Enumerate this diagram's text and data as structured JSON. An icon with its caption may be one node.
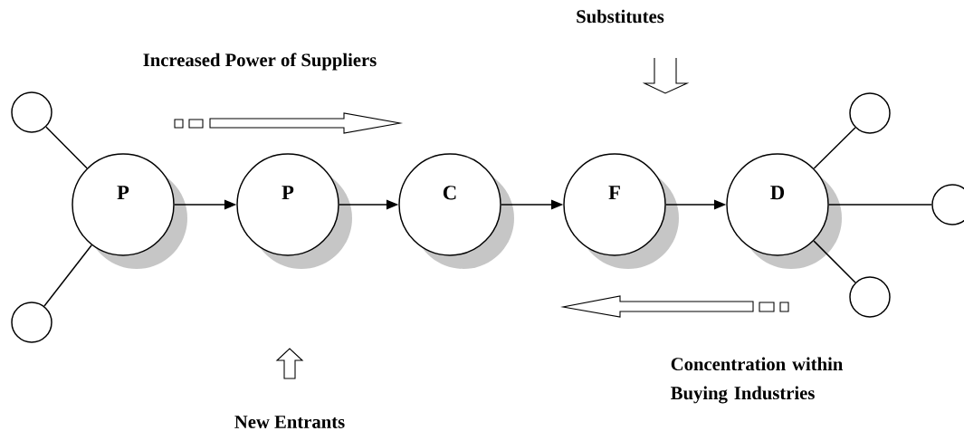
{
  "diagram": {
    "nodes": [
      {
        "text": [],
        "shape": "circle"
      },
      {
        "text": [],
        "shape": "circle"
      },
      {
        "text": [
          "P"
        ]
      },
      {
        "text": [
          "P"
        ]
      },
      {
        "text": [
          "C"
        ]
      },
      {
        "text": [
          "F"
        ]
      },
      {
        "text": [
          "D"
        ]
      },
      {
        "text": [],
        "shape": "circle"
      },
      {
        "text": [],
        "shape": "circle"
      },
      {
        "text": [],
        "shape": "circle"
      }
    ],
    "edges": [
      {
        "from": 0,
        "to": 2,
        "arrow": "none"
      },
      {
        "from": 1,
        "to": 2,
        "arrow": "none"
      },
      {
        "from": 2,
        "to": 3,
        "arrow": "to"
      },
      {
        "from": 3,
        "to": 4,
        "arrow": "to"
      },
      {
        "from": 4,
        "to": 5,
        "arrow": "to"
      },
      {
        "from": 5,
        "to": 6,
        "arrow": "to"
      },
      {
        "from": 6,
        "to": 7,
        "arrow": "none"
      },
      {
        "from": 6,
        "to": 8,
        "arrow": "none"
      },
      {
        "from": 6,
        "to": 9,
        "arrow": "none"
      }
    ],
    "labels": [
      "Substitutes",
      "Increased Power of Suppliers",
      "Concentration within Buying Industries",
      "New Entrants"
    ]
  }
}
